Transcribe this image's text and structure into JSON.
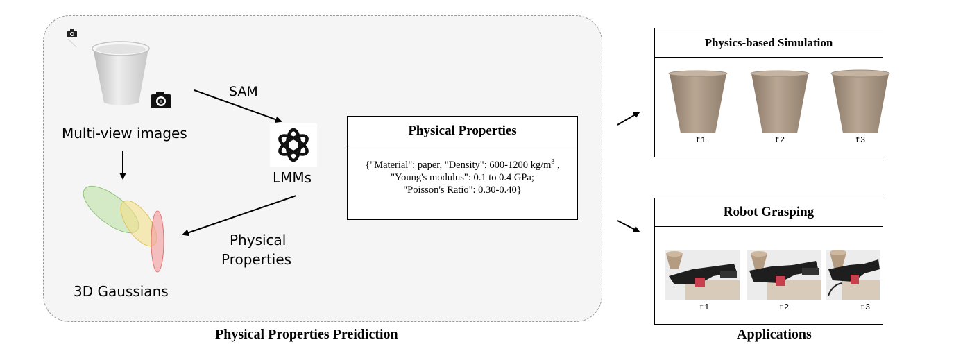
{
  "left_panel": {
    "caption": "Physical Properties Preidiction",
    "multiview_label": "Multi-view images",
    "sam_label": "SAM",
    "lmms_label": "LMMs",
    "physical_properties_label_line1": "Physical",
    "physical_properties_label_line2": "Properties",
    "gaussians_label": "3D Gaussians",
    "gaussian_colors": [
      "#b8e0a0",
      "#f4e08a",
      "#f3a0a0"
    ]
  },
  "properties_box": {
    "title": "Physical Properties",
    "line1_prefix": "{\"Material\": paper,  \"Density\": 600-1200 kg/m",
    "line1_sup": "3",
    "line1_suffix": " ,",
    "line2": "\"Young's modulus\": 0.1 to 0.4 GPa;",
    "line3": "\"Poisson's Ratio\": 0.30-0.40}"
  },
  "applications": {
    "caption": "Applications",
    "simulation": {
      "title": "Physics-based Simulation",
      "frames": [
        "t1",
        "t2",
        "t3"
      ]
    },
    "grasping": {
      "title": "Robot Grasping",
      "frames": [
        "t1",
        "t2",
        "t3"
      ]
    }
  },
  "icons": [
    "camera-icon",
    "openai-logo-icon",
    "paper-cup-icon",
    "robot-gripper-icon"
  ]
}
